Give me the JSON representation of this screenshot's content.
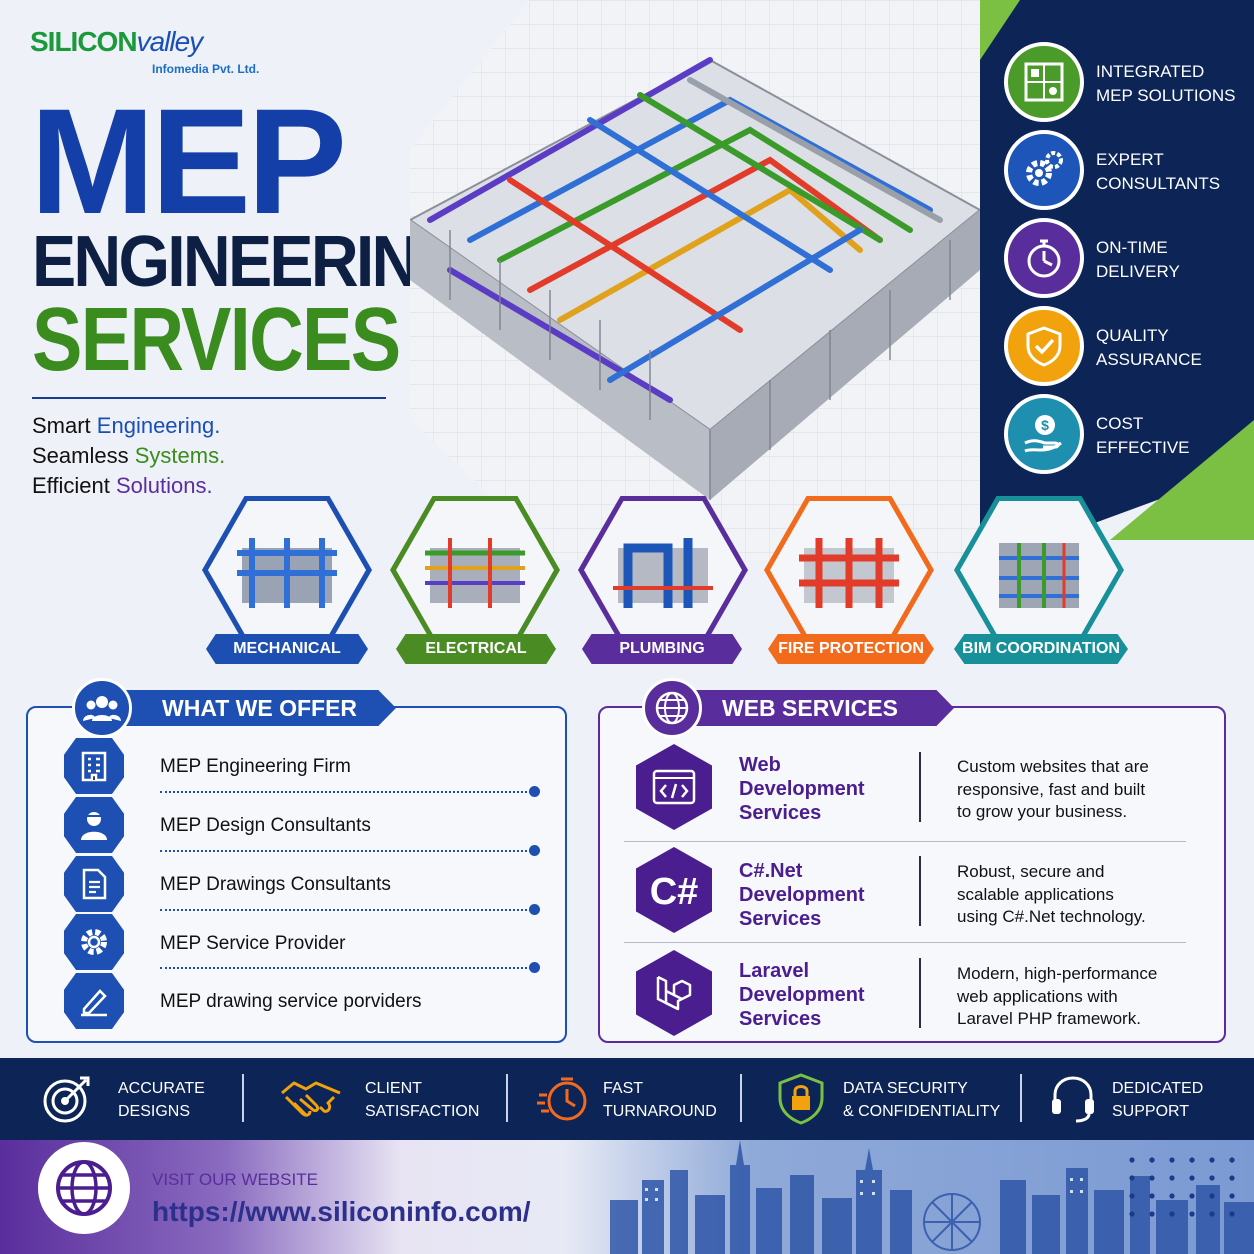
{
  "logo": {
    "brand_part1": "SILICON",
    "brand_part2": "valley",
    "subtitle": "Infomedia Pvt. Ltd."
  },
  "headline": {
    "line1": "MEP",
    "line2": "ENGINEERING",
    "line3": "SERVICES"
  },
  "tagline": [
    {
      "pre": "Smart ",
      "hl": "Engineering",
      "post": "."
    },
    {
      "pre": "Seamless ",
      "hl": "Systems",
      "post": "."
    },
    {
      "pre": "Efficient ",
      "hl": "Solutions",
      "post": "."
    }
  ],
  "features": [
    {
      "line1": "INTEGRATED",
      "line2": "MEP SOLUTIONS",
      "icon": "dashboard-icon",
      "color": "#4a9b2a"
    },
    {
      "line1": "EXPERT",
      "line2": "CONSULTANTS",
      "icon": "gears-icon",
      "color": "#1d56b8"
    },
    {
      "line1": "ON-TIME",
      "line2": "DELIVERY",
      "icon": "stopwatch-icon",
      "color": "#5a2d9c"
    },
    {
      "line1": "QUALITY",
      "line2": "ASSURANCE",
      "icon": "shield-check-icon",
      "color": "#f2a20c"
    },
    {
      "line1": "COST",
      "line2": "EFFECTIVE",
      "icon": "dollar-hand-icon",
      "color": "#1f8fb0"
    }
  ],
  "services": [
    {
      "label": "MECHANICAL",
      "color": "#1d4fb3"
    },
    {
      "label": "ELECTRICAL",
      "color": "#4a8c23"
    },
    {
      "label": "PLUMBING",
      "color": "#5a2d9c"
    },
    {
      "label": "FIRE PROTECTION",
      "color": "#f26b1d"
    },
    {
      "label": "BIM COORDINATION",
      "color": "#17909a"
    }
  ],
  "offer": {
    "title": "WHAT WE OFFER",
    "items": [
      "MEP Engineering Firm",
      "MEP Design Consultants",
      "MEP Drawings Consultants",
      "MEP Service Provider",
      "MEP drawing service porviders"
    ]
  },
  "web": {
    "title": "WEB SERVICES",
    "items": [
      {
        "name1": "Web",
        "name2": "Development",
        "name3": "Services",
        "desc1": "Custom websites that are",
        "desc2": "responsive, fast and built",
        "desc3": "to grow your business."
      },
      {
        "name1": "C#.Net",
        "name2": "Development",
        "name3": "Services",
        "desc1": "Robust, secure and",
        "desc2": "scalable applications",
        "desc3": "using C#.Net technology."
      },
      {
        "name1": "Laravel",
        "name2": "Development",
        "name3": "Services",
        "desc1": "Modern, high-performance",
        "desc2": "web applications with",
        "desc3": "Laravel PHP framework."
      }
    ]
  },
  "benefits": [
    {
      "line1": "ACCURATE",
      "line2": "DESIGNS",
      "icon": "target-icon"
    },
    {
      "line1": "CLIENT",
      "line2": "SATISFACTION",
      "icon": "handshake-icon"
    },
    {
      "line1": "FAST",
      "line2": "TURNAROUND",
      "icon": "fast-clock-icon"
    },
    {
      "line1": "DATA SECURITY",
      "line2": "& CONFIDENTIALITY",
      "icon": "lock-shield-icon"
    },
    {
      "line1": "DEDICATED",
      "line2": "SUPPORT",
      "icon": "headset-icon"
    }
  ],
  "footer": {
    "visit": "VISIT OUR WEBSITE",
    "url": "https://www.siliconinfo.com/"
  },
  "colors": {
    "navy": "#0c2456",
    "blue": "#143fa8",
    "green": "#3a8c1e",
    "purple": "#5a2d9c"
  }
}
